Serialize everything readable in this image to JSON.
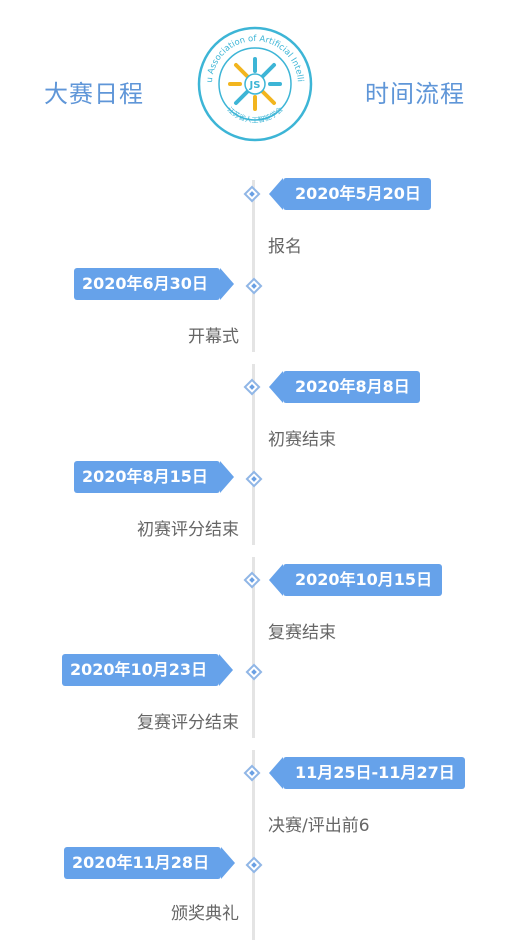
{
  "header": {
    "left_title": "大赛日程",
    "right_title": "时间流程"
  },
  "logo": {
    "ring_text": "Jiangsu Association of Artificial Intelligence",
    "center_text": "JS",
    "bottom_text": "江苏省人工智能学会"
  },
  "events": [
    {
      "date": "2020年5月20日",
      "label": "报名"
    },
    {
      "date": "2020年6月30日",
      "label": "开幕式"
    },
    {
      "date": "2020年8月8日",
      "label": "初赛结束"
    },
    {
      "date": "2020年8月15日",
      "label": "初赛评分结束"
    },
    {
      "date": "2020年10月15日",
      "label": "复赛结束"
    },
    {
      "date": "2020年10月23日",
      "label": "复赛评分结束"
    },
    {
      "date": "11月25日-11月27日",
      "label": "决赛/评出前6"
    },
    {
      "date": "2020年11月28日",
      "label": "颁奖典礼"
    }
  ],
  "colors": {
    "accent": "#66a2ea",
    "title": "#5f96d8",
    "text": "#666666",
    "line": "#e4e4e4"
  }
}
